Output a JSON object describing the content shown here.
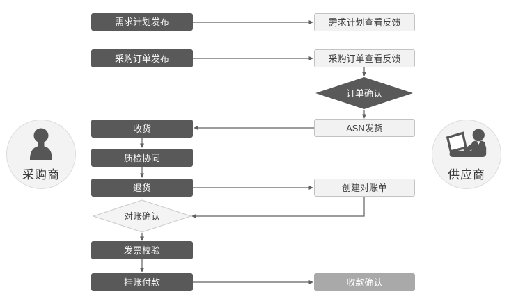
{
  "lanes": {
    "buyer": {
      "label": "采购商"
    },
    "supplier": {
      "label": "供应商"
    }
  },
  "nodes": {
    "demand_publish": {
      "label": "需求计划发布",
      "type": "process-dark"
    },
    "po_publish": {
      "label": "采购订单发布",
      "type": "process-dark"
    },
    "receive": {
      "label": "收货",
      "type": "process-dark"
    },
    "qc": {
      "label": "质检协同",
      "type": "process-dark"
    },
    "return_goods": {
      "label": "退货",
      "type": "process-dark"
    },
    "recon_confirm": {
      "label": "对账确认",
      "type": "decision-light"
    },
    "invoice_check": {
      "label": "发票校验",
      "type": "process-dark"
    },
    "payment": {
      "label": "挂账付款",
      "type": "process-dark"
    },
    "demand_feedback": {
      "label": "需求计划查看反馈",
      "type": "process-light"
    },
    "po_feedback": {
      "label": "采购订单查看反馈",
      "type": "process-light"
    },
    "order_confirm": {
      "label": "订单确认",
      "type": "decision-dark"
    },
    "asn_ship": {
      "label": "ASN发货",
      "type": "process-light"
    },
    "create_statement": {
      "label": "创建对账单",
      "type": "process-light"
    },
    "receipt_confirm": {
      "label": "收款确认",
      "type": "process-muted"
    }
  },
  "colors": {
    "dark_node_bg": "#595959",
    "dark_node_text": "#f5f5f5",
    "light_node_bg": "#f2f2f2",
    "light_node_border": "#c3c3c3",
    "light_node_text": "#3f3f3f",
    "muted_node_bg": "#a9a9a9",
    "muted_node_text": "#ffffff",
    "arrow": "#606060",
    "lane_circle_bg": "#f3f3f3",
    "lane_circle_border": "#dcdcdc",
    "icon": "#565656",
    "background": "#ffffff"
  }
}
